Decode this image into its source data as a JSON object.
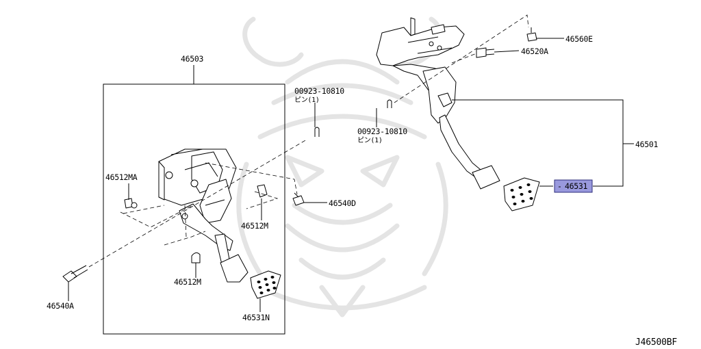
{
  "labels": {
    "assy": "46503",
    "pin_left_code": "00923-10810",
    "pin_left_sub": "ピン(1)",
    "pin_right_code": "00923-10810",
    "pin_right_sub": "ピン(1)",
    "bolt_top": "46560E",
    "bolt_mid": "46520A",
    "pedal_right": "46501",
    "pad_right": "46531",
    "stop_ma": "46512MA",
    "bolt_d": "46540D",
    "stop_m_upper": "46512M",
    "stop_m_lower": "46512M",
    "bolt_a": "46540A",
    "pad_left": "46531N",
    "diagram_id": "J46500BF"
  },
  "colors": {
    "highlight_fill": "#9999dd",
    "highlight_border": "#2c2c7a",
    "line": "#000000",
    "watermark": "#e4e4e4"
  }
}
